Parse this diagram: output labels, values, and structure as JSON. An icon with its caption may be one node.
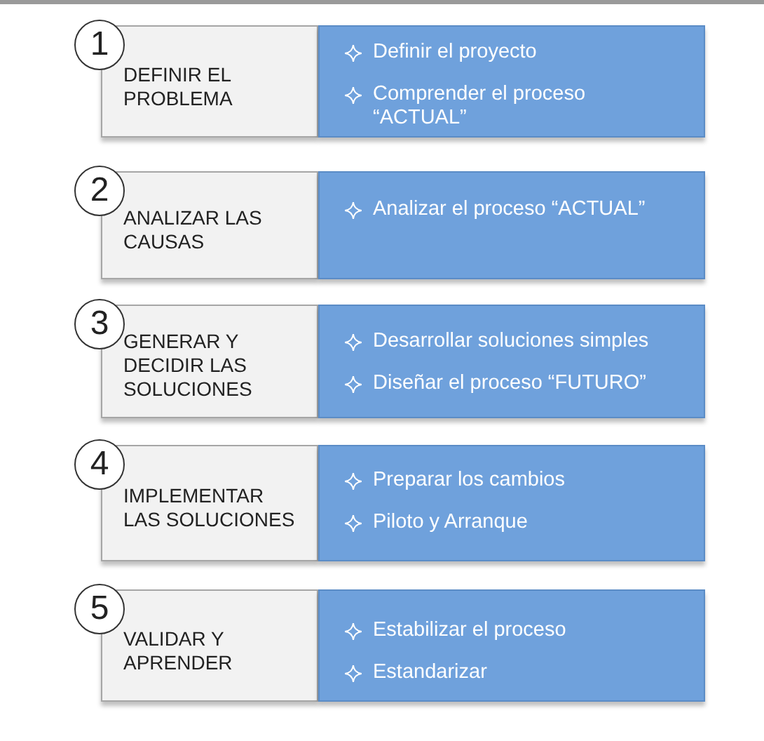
{
  "diagram": {
    "nodes": [
      {
        "text": [
          "1"
        ]
      },
      {
        "text": [
          "DEFINIR EL PROBLEMA"
        ]
      },
      {
        "text": [
          "Definir el proyecto",
          "Comprender el proceso “ACTUAL”"
        ]
      },
      {
        "text": [
          "2"
        ]
      },
      {
        "text": [
          "ANALIZAR LAS CAUSAS"
        ]
      },
      {
        "text": [
          "Analizar el proceso “ACTUAL”"
        ]
      },
      {
        "text": [
          "3"
        ]
      },
      {
        "text": [
          "GENERAR Y DECIDIR LAS SOLUCIONES"
        ]
      },
      {
        "text": [
          "Desarrollar soluciones simples",
          "Diseñar el proceso “FUTURO”"
        ]
      },
      {
        "text": [
          "4"
        ]
      },
      {
        "text": [
          "IMPLEMENTAR LAS SOLUCIONES"
        ]
      },
      {
        "text": [
          "Preparar los cambios",
          "Piloto y Arranque"
        ]
      },
      {
        "text": [
          "5"
        ]
      },
      {
        "text": [
          "VALIDAR Y APRENDER"
        ]
      },
      {
        "text": [
          "Estabilizar el proceso",
          "Estandarizar"
        ]
      }
    ],
    "edges": []
  }
}
